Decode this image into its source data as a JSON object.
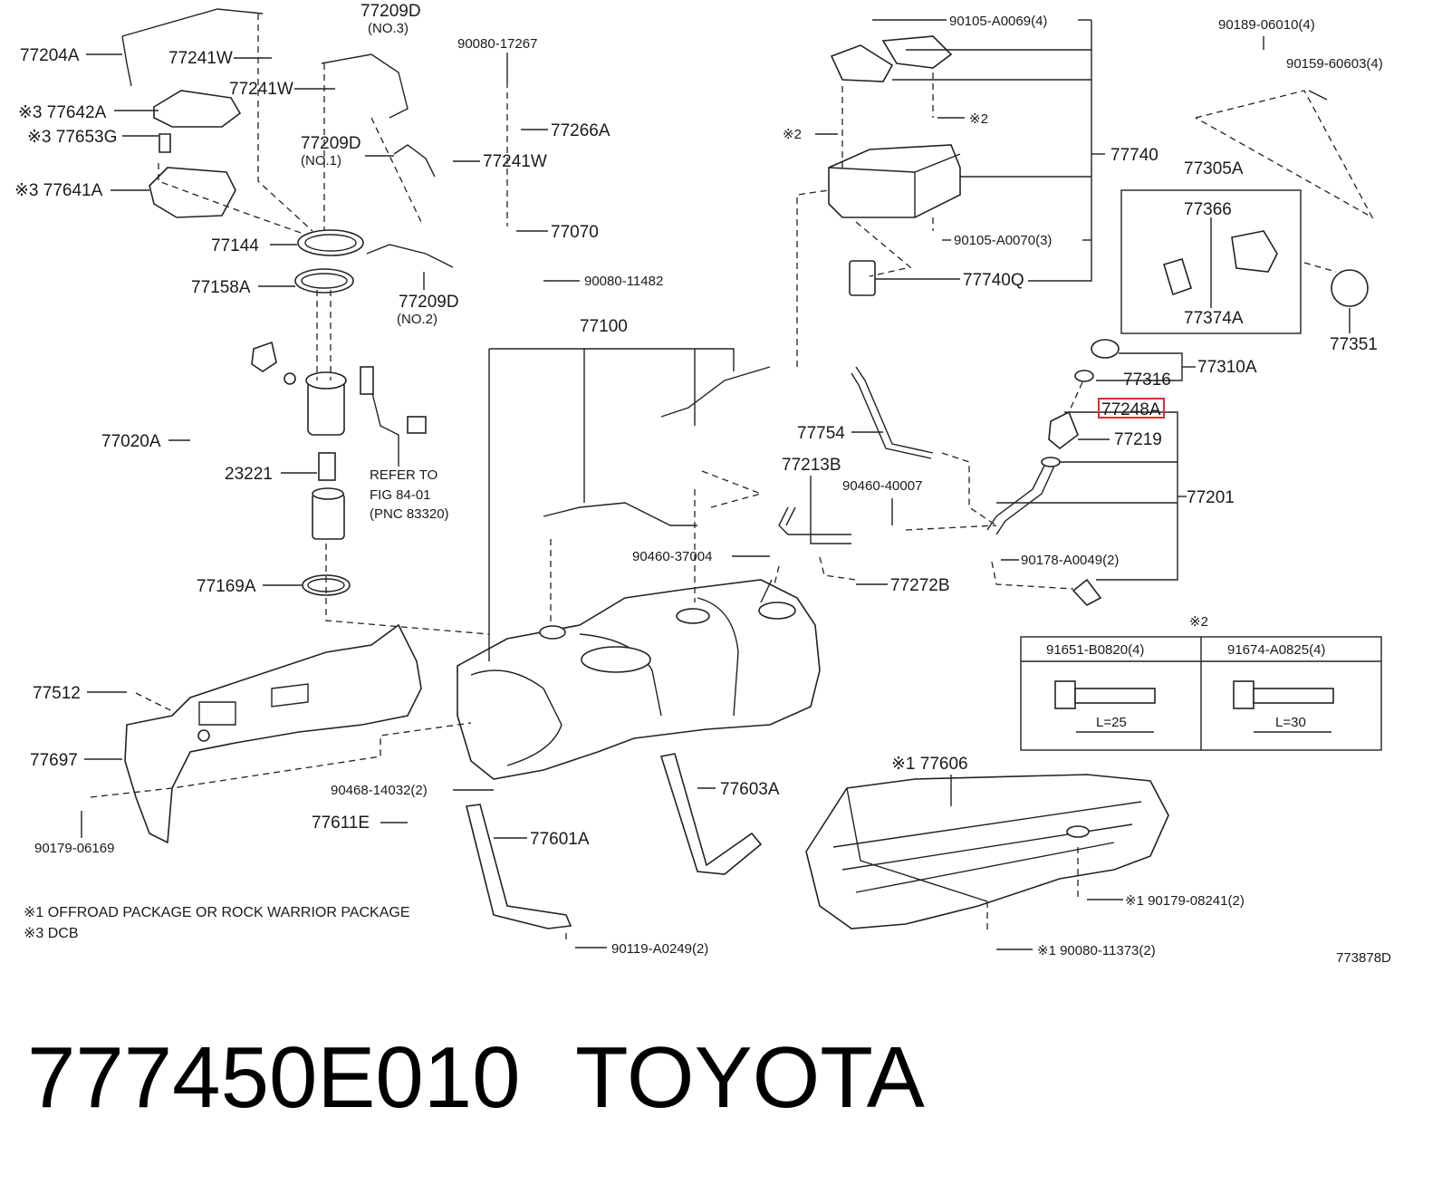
{
  "labels": {
    "p77204A": "77204A",
    "p77241W_a": "77241W",
    "p77241W_b": "77241W",
    "p77241W_c": "77241W",
    "p77642A": "※3 77642A",
    "p77653G": "※3 77653G",
    "p77641A": "※3 77641A",
    "p77209D_a": "77209D",
    "p77209D_a_sub": "(NO.3)",
    "p77209D_b": "77209D",
    "p77209D_b_sub": "(NO.1)",
    "p77209D_c": "77209D",
    "p77209D_c_sub": "(NO.2)",
    "p90080_17267": "90080-17267",
    "p77266A": "77266A",
    "p77070": "77070",
    "p90080_11482": "90080-11482",
    "p77144": "77144",
    "p77158A": "77158A",
    "p77020A": "77020A",
    "p23221": "23221",
    "refer1": "REFER TO",
    "refer2": "FIG 84-01",
    "refer3": "(PNC 83320)",
    "p77169A": "77169A",
    "p77100": "77100",
    "p90105_A0069": "90105-A0069(4)",
    "p_star2_a": "※2",
    "p_star2_b": "※2",
    "p77740": "77740",
    "p90105_A0070": "90105-A0070(3)",
    "p77740Q": "77740Q",
    "p90189": "90189-06010(4)",
    "p90159": "90159-60603(4)",
    "p77305A": "77305A",
    "p77366": "77366",
    "p77374A": "77374A",
    "p77351": "77351",
    "p77310A": "77310A",
    "p77316": "77316",
    "p77248A": "77248A",
    "p77219": "77219",
    "p77201": "77201",
    "p77754": "77754",
    "p77213B": "77213B",
    "p90460_40007": "90460-40007",
    "p90460_37004": "90460-37004",
    "p90178": "90178-A0049(2)",
    "p77272B": "77272B",
    "table_star": "※2",
    "table_col1": "91651-B0820(4)",
    "table_col2": "91674-A0825(4)",
    "table_len1": "L=25",
    "table_len2": "L=30",
    "p77512": "77512",
    "p77697": "77697",
    "p90179_06169": "90179-06169",
    "p90468": "90468-14032(2)",
    "p77611E": "77611E",
    "p77601A": "77601A",
    "p77603A": "77603A",
    "p77606": "※1 77606",
    "p90179_08241": "※1 90179-08241(2)",
    "p90080_11373": "※1 90080-11373(2)",
    "p90119": "90119-A0249(2)",
    "note1": "※1 OFFROAD PACKAGE OR ROCK WARRIOR PACKAGE",
    "note3": "※3 DCB",
    "fig_code": "773878D"
  },
  "footer": {
    "part_number": "777450E010",
    "brand": "TOYOTA"
  },
  "colors": {
    "line": "#222222",
    "highlight": "#e03030",
    "background": "#ffffff"
  }
}
